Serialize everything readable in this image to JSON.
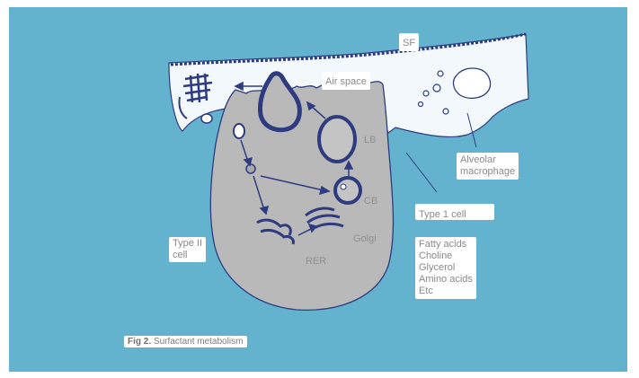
{
  "labels": {
    "sf": "SF",
    "air_space": "Air space",
    "lb": "LB",
    "cb": "CB",
    "golgi": "Golgi",
    "rer": "RER",
    "type2_cell": [
      "Type II",
      "cell"
    ],
    "alveolar_macrophage": [
      "Alveolar",
      "macrophage"
    ],
    "type1_cell": "Type 1 cell",
    "nutrients": [
      "Fatty acids",
      "Choline",
      "Glycerol",
      "Amino acids",
      "Etc"
    ]
  },
  "caption": {
    "prefix": "Fig 2.",
    "text": "Surfactant metabolism"
  },
  "colors": {
    "panel": "#63b3cf",
    "alveolar_lining": "#f2f8fc",
    "cell_fill": "#b9b9b9",
    "outline": "#2f3b80",
    "label_text": "#8a8a8a"
  }
}
